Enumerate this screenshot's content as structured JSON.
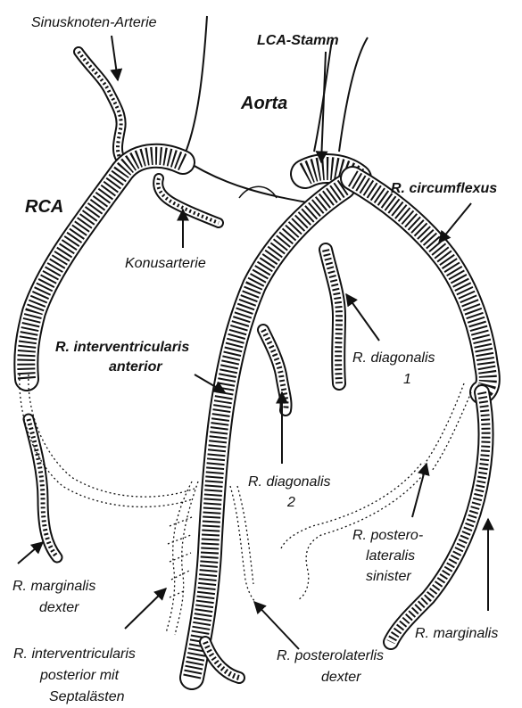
{
  "diagram": {
    "labels": {
      "sinusknoten": "Sinusknoten-Arterie",
      "lca_stamm": "LCA-Stamm",
      "aorta": "Aorta",
      "rca": "RCA",
      "circumflexus": "R. circumflexus",
      "konusarterie": "Konusarterie",
      "riva_1": "R. interventricularis",
      "riva_2": "anterior",
      "diag1_1": "R. diagonalis",
      "diag1_2": "1",
      "diag2_1": "R. diagonalis",
      "diag2_2": "2",
      "postero_1": "R. postero-",
      "postero_2": "lateralis",
      "postero_3": "sinister",
      "marg_dex_1": "R. marginalis",
      "marg_dex_2": "dexter",
      "marginalis": "R. marginalis",
      "ripost_1": "R. interventricularis",
      "ripost_2": "posterior mit",
      "ripost_3": "Septalästen",
      "pld_1": "R. posterolaterlis",
      "pld_2": "dexter"
    },
    "colors": {
      "ink": "#111111",
      "vessel_fill": "#ffffff"
    }
  }
}
